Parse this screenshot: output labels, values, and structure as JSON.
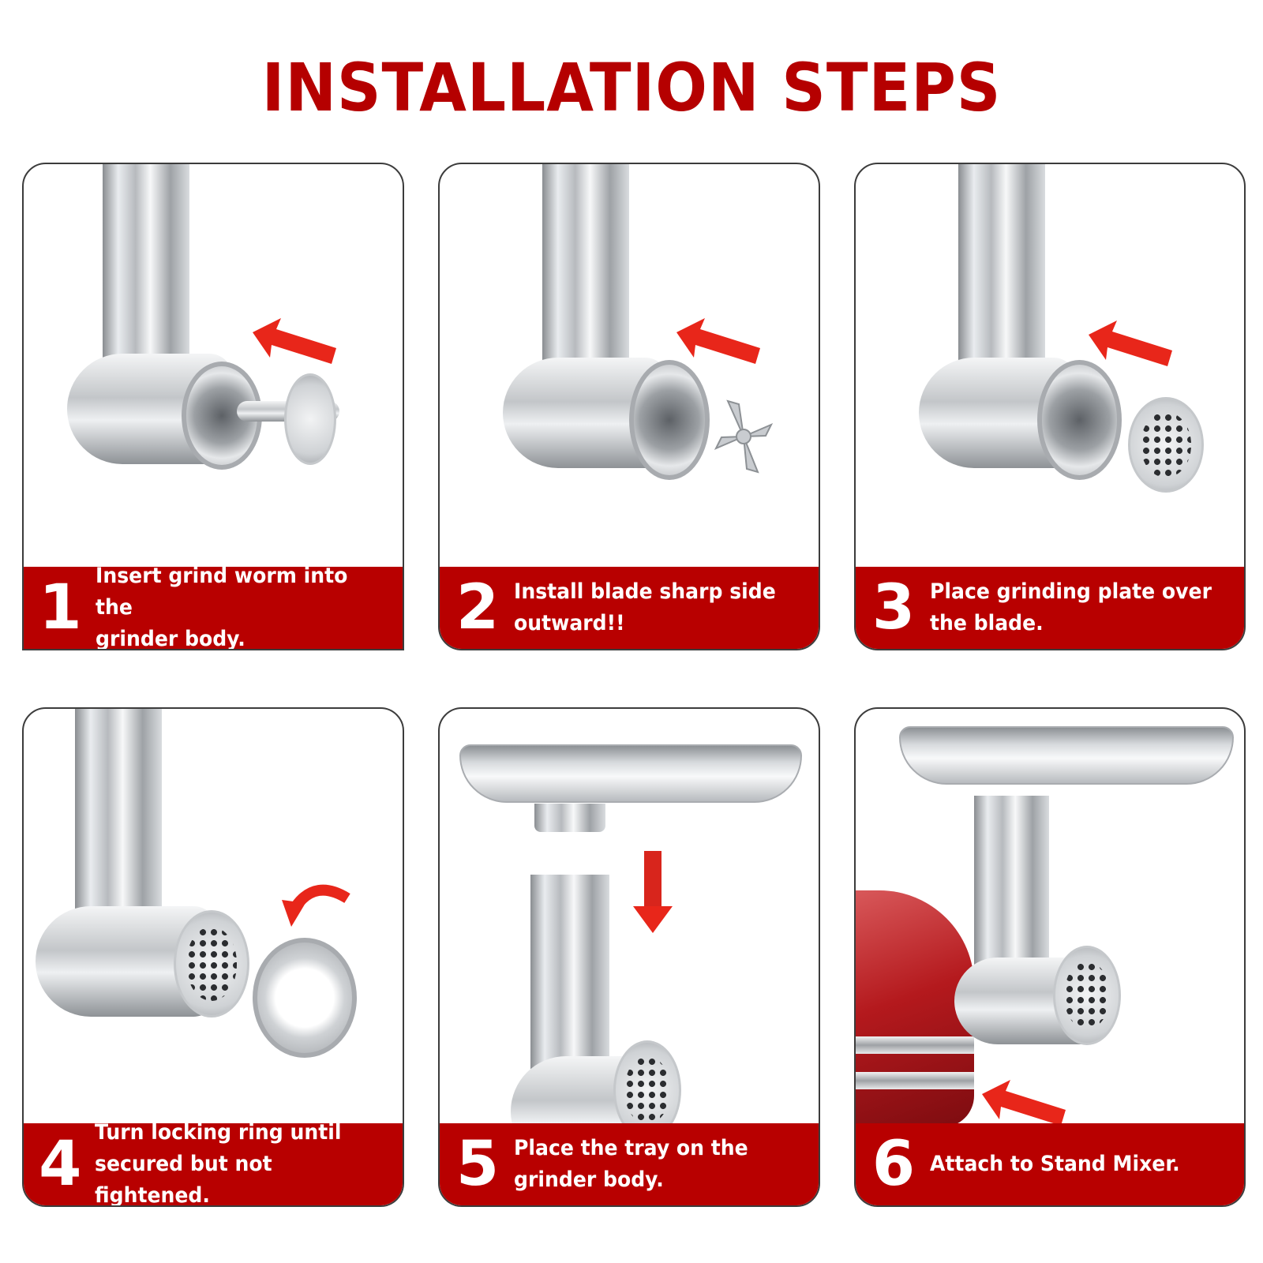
{
  "page": {
    "title": "INSTALLATION STEPS",
    "colors": {
      "title_red": "#b50000",
      "caption_bg": "#b80000",
      "caption_text": "#ffffff",
      "arrow_red": "#e8261a",
      "panel_border": "#3c3c3c"
    }
  },
  "steps": [
    {
      "number": "1",
      "text": "Insert grind worm into the\ngrinder body.",
      "arrow": "left-arrow-icon"
    },
    {
      "number": "2",
      "text": "Install blade sharp side\noutward!!",
      "arrow": "left-arrow-icon"
    },
    {
      "number": "3",
      "text": "Place grinding plate over\nthe blade.",
      "arrow": "left-arrow-icon"
    },
    {
      "number": "4",
      "text": "Turn locking ring until\nsecured but not fightened.",
      "arrow": "curved-arrow-icon"
    },
    {
      "number": "5",
      "text": "Place the tray on the\ngrinder body.",
      "arrow": "down-arrow-icon"
    },
    {
      "number": "6",
      "text": "Attach to Stand Mixer.",
      "arrow": "left-arrow-icon"
    }
  ]
}
